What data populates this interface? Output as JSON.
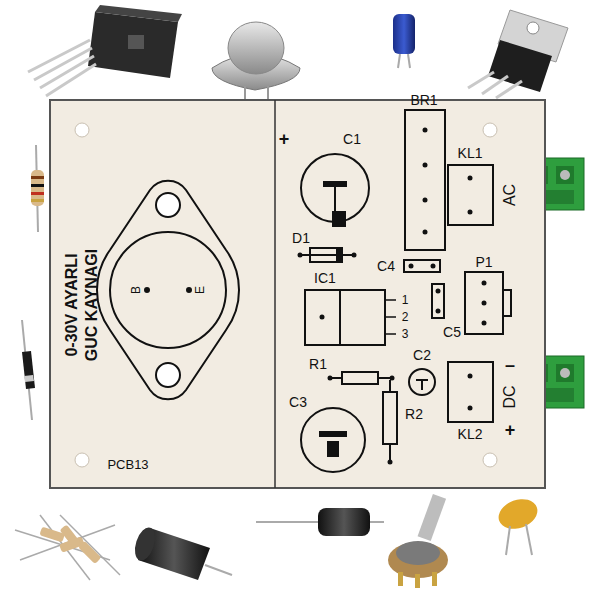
{
  "diagram": {
    "labels": [
      "+",
      "C1",
      "BR1",
      "KL1",
      "AC",
      "D1",
      "C4",
      "IC1",
      "1",
      "2",
      "3",
      "C5",
      "P1",
      "C2",
      "–",
      "DC",
      "+",
      "R1",
      "C3",
      "R2",
      "KL2",
      "PCB13",
      "B",
      "E",
      "0-30V AYARLI",
      "GUC KAYNAGI"
    ]
  }
}
